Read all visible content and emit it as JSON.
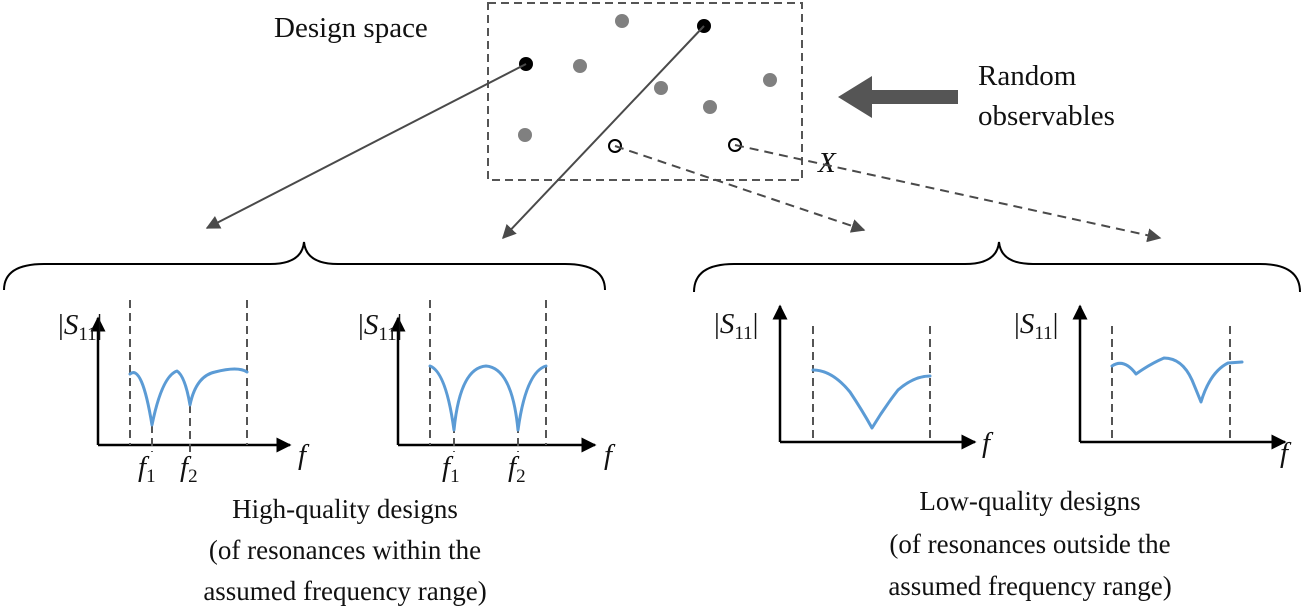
{
  "design_space": {
    "title": "Design space",
    "point_label": "X",
    "colors": {
      "selected": "#000000",
      "random": "#808080",
      "rejected_fill": "#ffffff"
    }
  },
  "random_observables": {
    "line1": "Random",
    "line2": "observables",
    "arrow_color": "#555555"
  },
  "plot": {
    "ylabel_prefix": "|",
    "ylabel_main": "S",
    "ylabel_sub": "11",
    "ylabel_suffix": "|",
    "xlabel": "f",
    "f_main": "f",
    "f1_sub": "1",
    "f2_sub": "2",
    "curve_color": "#5b9bd5"
  },
  "high_quality": {
    "line1": "High-quality designs",
    "line2": "(of resonances within the",
    "line3": "assumed frequency range)"
  },
  "low_quality": {
    "line1": "Low-quality designs",
    "line2": "(of resonances outside the",
    "line3": "assumed frequency range)"
  }
}
